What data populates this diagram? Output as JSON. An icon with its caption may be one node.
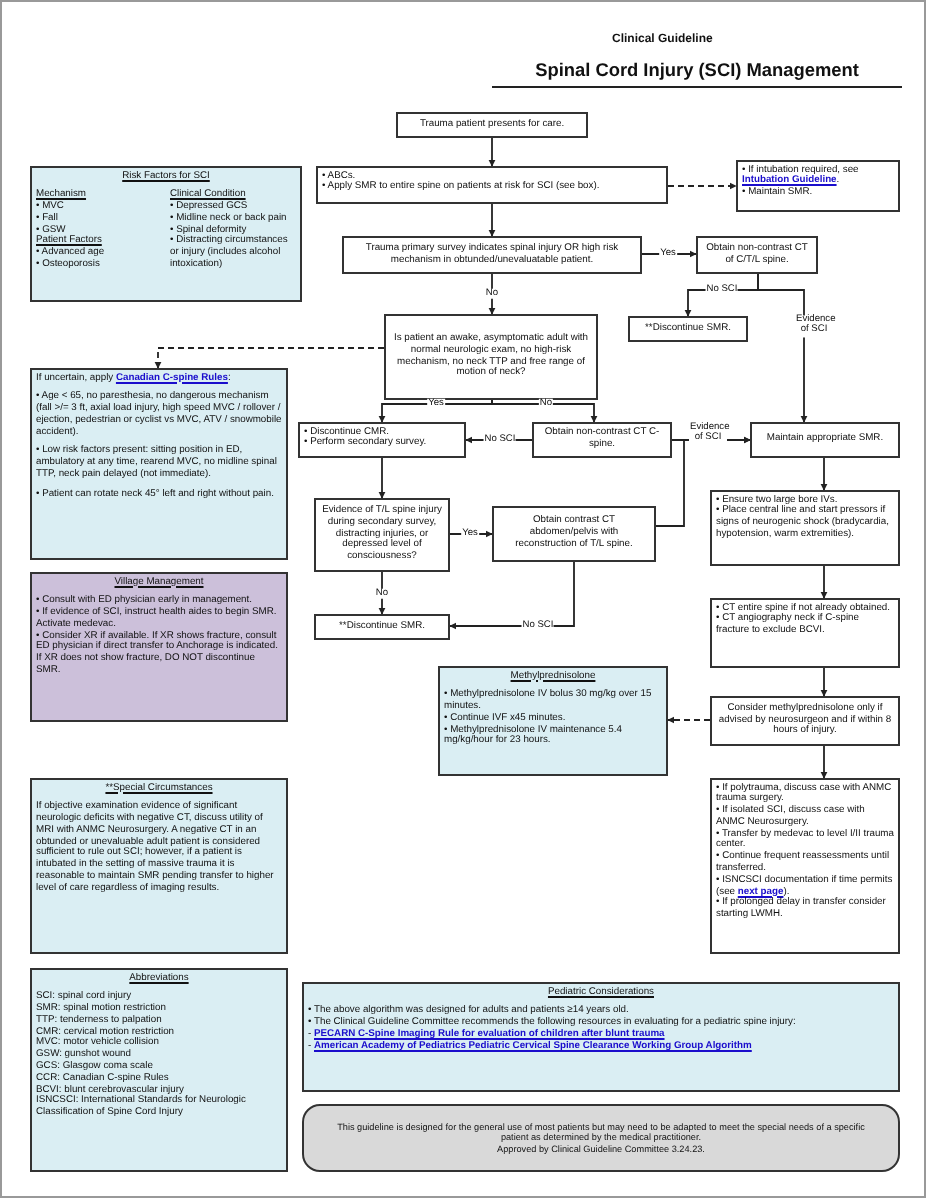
{
  "diagram": {
    "title": "Spinal Cord Injury (SCI) Management",
    "nodes": [
      {
        "text": [
          "Trauma patient presents for care."
        ]
      },
      {
        "text": [
          "• ABCs.",
          "• Apply SMR to entire spine on patients at risk for SCI (see box)."
        ]
      },
      {
        "text": [
          "• If intubation required, see **Intubation Guideline**.",
          "• Maintain SMR."
        ]
      },
      {
        "text": [
          "Risk Factors for SCI",
          "Mechanism",
          "• MVC",
          "• Fall",
          "• GSW",
          "Patient Factors",
          "• Advanced age",
          "• Osteoporosis",
          "Clinical Condition",
          "• Depressed GCS",
          "• Midline neck or back pain",
          "• Spinal deformity",
          "• Distracting circumstances or injury (includes alcohol intoxication)"
        ]
      },
      {
        "text": [
          "Trauma primary survey indicates spinal injury OR high risk mechanism in obtunded/unevaluatable patient."
        ]
      },
      {
        "text": [
          "Obtain non-contrast CT of C/T/L spine."
        ]
      },
      {
        "text": [
          "**Discontinue SMR."
        ]
      },
      {
        "text": [
          "Is patient an awake, asymptomatic adult with normal neurologic exam, no high-risk mechanism, no neck TTP and free range of motion of neck?"
        ]
      },
      {
        "text": [
          "If uncertain, apply **Canadian C-spine Rules**:",
          "• Age < 65, no paresthesia, no dangerous mechanism (fall >/= 3 ft, axial load injury, high speed MVC / rollover / ejection, pedestrian or cyclist vs MVC, ATV / snowmobile accident).",
          "• Low risk factors present: sitting position in ED, ambulatory at any time, rearend MVC, no midline spinal TTP, neck pain delayed (not immediate).",
          "• Patient can rotate neck 45° left and right without pain."
        ]
      },
      {
        "text": [
          "• Discontinue CMR.",
          "• Perform secondary survey."
        ]
      },
      {
        "text": [
          "Obtain non-contrast CT C-spine."
        ]
      },
      {
        "text": [
          "Maintain appropriate SMR."
        ]
      },
      {
        "text": [
          "Evidence of T/L spine injury during secondary survey, distracting injuries, or depressed level of consciousness?"
        ]
      },
      {
        "text": [
          "Obtain contrast CT abdomen/pelvis with reconstruction of T/L spine."
        ]
      },
      {
        "text": [
          "• Ensure two large bore IVs.",
          "• Place central line and start pressors if signs of neurogenic shock (bradycardia, hypotension, warm extremities)."
        ]
      },
      {
        "text": [
          "Village Management",
          "• Consult with ED physician early in management.",
          "• If evidence of SCI, instruct health aides to begin SMR. Activate medevac.",
          "• Consider XR if available. If XR shows fracture, consult ED physician if direct transfer to Anchorage is indicated. If XR does not show fracture, DO NOT discontinue SMR."
        ]
      },
      {
        "text": [
          "**Discontinue SMR."
        ]
      },
      {
        "text": [
          "• CT entire spine if not already obtained.",
          "• CT angiography neck if C-spine fracture to exclude BCVI."
        ]
      },
      {
        "text": [
          "Methylprednisolone",
          "• Methylprednisolone IV bolus 30 mg/kg over 15 minutes.",
          "• Continue IVF x45 minutes.",
          "• Methylprednisolone IV maintenance 5.4 mg/kg/hour for 23 hours."
        ]
      },
      {
        "text": [
          "Consider methylprednisolone only if advised by neurosurgeon and if within 8 hours of injury."
        ]
      },
      {
        "text": [
          "• If polytrauma, discuss case with ANMC trauma surgery.",
          "• If isolated SCI, discuss case with ANMC Neurosurgery.",
          "• Transfer by medevac to level I/II trauma center.",
          "• Continue frequent reassessments until transferred.",
          "• ISNCSCI documentation if time permits (see **next page**).",
          "• If prolonged delay in transfer consider starting LWMH."
        ]
      },
      {
        "text": [
          "**Special Circumstances",
          "If objective examination evidence of significant neurologic deficits with negative CT, discuss utility of MRI with ANMC Neurosurgery. A negative CT in an obtunded or unevaluable adult patient is considered sufficient to rule out SCI; however, if a patient is intubated in the setting of massive trauma it is reasonable to maintain SMR pending transfer to higher level of care regardless of imaging results."
        ]
      },
      {
        "text": [
          "Abbreviations",
          "SCI: spinal cord injury",
          "SMR: spinal motion restriction",
          "TTP: tenderness to palpation",
          "CMR: cervical motion restriction",
          "MVC: motor vehicle collision",
          "GSW: gunshot wound",
          "GCS: Glasgow coma scale",
          "CCR: Canadian C-spine Rules",
          "BCVI: blunt cerebrovascular injury",
          "ISNCSCI: International Standards for Neurologic Classification of Spine Cord Injury"
        ]
      },
      {
        "text": [
          "Pediatric Considerations",
          "• The above algorithm was designed for adults and patients ≥14 years old.",
          "• The Clinical Guideline Committee recommends the following resources in evaluating for a pediatric spine injury:",
          "- **PECARN C-Spine Imaging Rule for evaluation of children after blunt trauma**",
          "- **American Academy of Pediatrics Pediatric Cervical Spine Clearance Working Group Algorithm**"
        ]
      },
      {
        "text": [
          "This guideline is designed for the general use of most patients but may need to be adapted to meet the special needs of a specific patient as determined by the medical practitioner.",
          "Approved by Clinical Guideline Committee 3.24.23."
        ]
      }
    ],
    "edges": [
      {
        "from": 0,
        "to": 1,
        "arrow": "to"
      },
      {
        "from": 1,
        "to": 2,
        "arrow": "to",
        "style": "dashed"
      },
      {
        "from": 1,
        "to": 4,
        "arrow": "to"
      },
      {
        "from": 4,
        "to": 5,
        "arrow": "to",
        "label": "Yes"
      },
      {
        "from": 4,
        "to": 7,
        "arrow": "to",
        "label": "No"
      },
      {
        "from": 5,
        "to": 6,
        "arrow": "to",
        "label": "No SCI"
      },
      {
        "from": 5,
        "to": 11,
        "arrow": "to",
        "label": "Evidence of SCI"
      },
      {
        "from": 7,
        "to": 8,
        "arrow": "to",
        "style": "dashed"
      },
      {
        "from": 7,
        "to": 9,
        "arrow": "to",
        "label": "Yes"
      },
      {
        "from": 7,
        "to": 10,
        "arrow": "to",
        "label": "No"
      },
      {
        "from": 10,
        "to": 9,
        "arrow": "to",
        "label": "No SCI"
      },
      {
        "from": 10,
        "to": 11,
        "arrow": "to",
        "label": "Evidence of SCI"
      },
      {
        "from": 9,
        "to": 12,
        "arrow": "to"
      },
      {
        "from": 12,
        "to": 13,
        "arrow": "to",
        "label": "Yes"
      },
      {
        "from": 12,
        "to": 16,
        "arrow": "to",
        "label": "No"
      },
      {
        "from": 13,
        "to": 16,
        "arrow": "to",
        "label": "No SCI"
      },
      {
        "from": 13,
        "to": 11,
        "arrow": "to"
      },
      {
        "from": 11,
        "to": 14,
        "arrow": "to"
      },
      {
        "from": 14,
        "to": 17,
        "arrow": "to"
      },
      {
        "from": 17,
        "to": 19,
        "arrow": "to"
      },
      {
        "from": 19,
        "to": 18,
        "arrow": "to",
        "style": "dashed"
      },
      {
        "from": 19,
        "to": 20,
        "arrow": "to"
      }
    ],
    "labels": [
      "Clinical Guideline"
    ]
  }
}
